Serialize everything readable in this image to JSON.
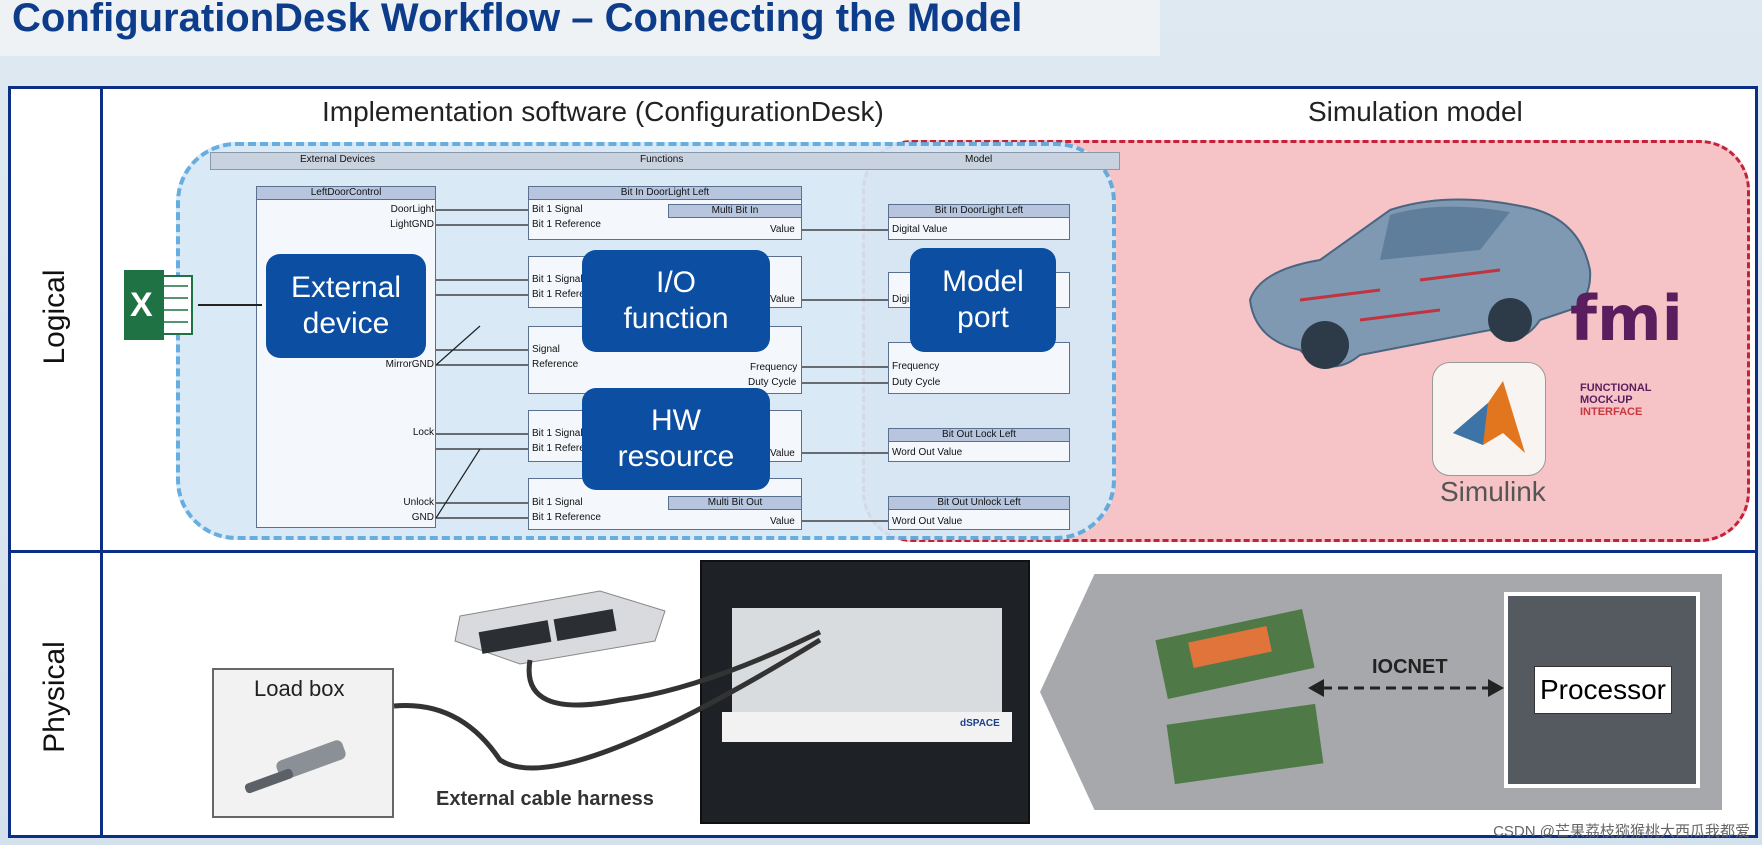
{
  "title": "ConfigurationDesk Workflow – Connecting the Model",
  "rows": {
    "logical": "Logical",
    "physical": "Physical"
  },
  "headers": {
    "implementation": "Implementation software (ConfigurationDesk)",
    "simulation": "Simulation model"
  },
  "panes": {
    "external_devices": "External Devices",
    "functions": "Functions",
    "model": "Model"
  },
  "overlays": {
    "external_device": "External\ndevice",
    "io_function": "I/O\nfunction",
    "hw_resource": "HW\nresource",
    "model_port": "Model\nport"
  },
  "device_block": {
    "title": "LeftDoorControl",
    "ports": [
      "DoorLight",
      "LightGND",
      "MirrorGND",
      "Lock",
      "Unlock",
      "GND"
    ]
  },
  "function_blocks": [
    {
      "title": "Bit In DoorLight Left",
      "sub": "Multi Bit In",
      "rows": [
        "Bit 1 Signal",
        "Bit 1 Reference"
      ],
      "right": [
        "Value"
      ]
    },
    {
      "rows": [
        "Bit 1 Signal",
        "Bit 1 Reference"
      ],
      "right": [
        "Value"
      ]
    },
    {
      "rows": [
        "Signal",
        "Reference"
      ],
      "right": [
        "Frequency",
        "Duty Cycle"
      ]
    },
    {
      "rows": [
        "Bit 1 Signal",
        "Bit 1 Reference"
      ],
      "right": [
        "Value"
      ]
    },
    {
      "sub": "Multi Bit Out",
      "rows": [
        "Bit 1 Signal",
        "Bit 1 Reference"
      ],
      "right": [
        "Value"
      ]
    }
  ],
  "model_blocks": [
    {
      "title": "Bit In DoorLight Left",
      "value": "Digital Value"
    },
    {
      "value": "Digi"
    },
    {
      "rows": [
        "Frequency",
        "Duty Cycle"
      ]
    },
    {
      "title": "Bit Out Lock Left",
      "value": "Word Out Value"
    },
    {
      "title": "Bit Out Unlock Left",
      "value": "Word Out Value"
    }
  ],
  "logos": {
    "simulink": "Simulink",
    "fmi": "fmi",
    "fmi_sub": [
      "FUNCTIONAL",
      "MOCK-UP",
      "INTERFACE"
    ],
    "excel": "X"
  },
  "physical": {
    "load_box": "Load box",
    "harness": "External cable harness",
    "iocnet": "IOCNET",
    "processor": "Processor",
    "rack_brand": "dSPACE"
  },
  "watermark": "CSDN @芒果荔枝猕猴桃大西瓜我都爱",
  "colors": {
    "title": "#0d3d8a",
    "frame": "#0c2f86",
    "box": "#0b4ea2",
    "blue_zone": "#d6e8f6",
    "red_zone": "#f6c3c6"
  }
}
